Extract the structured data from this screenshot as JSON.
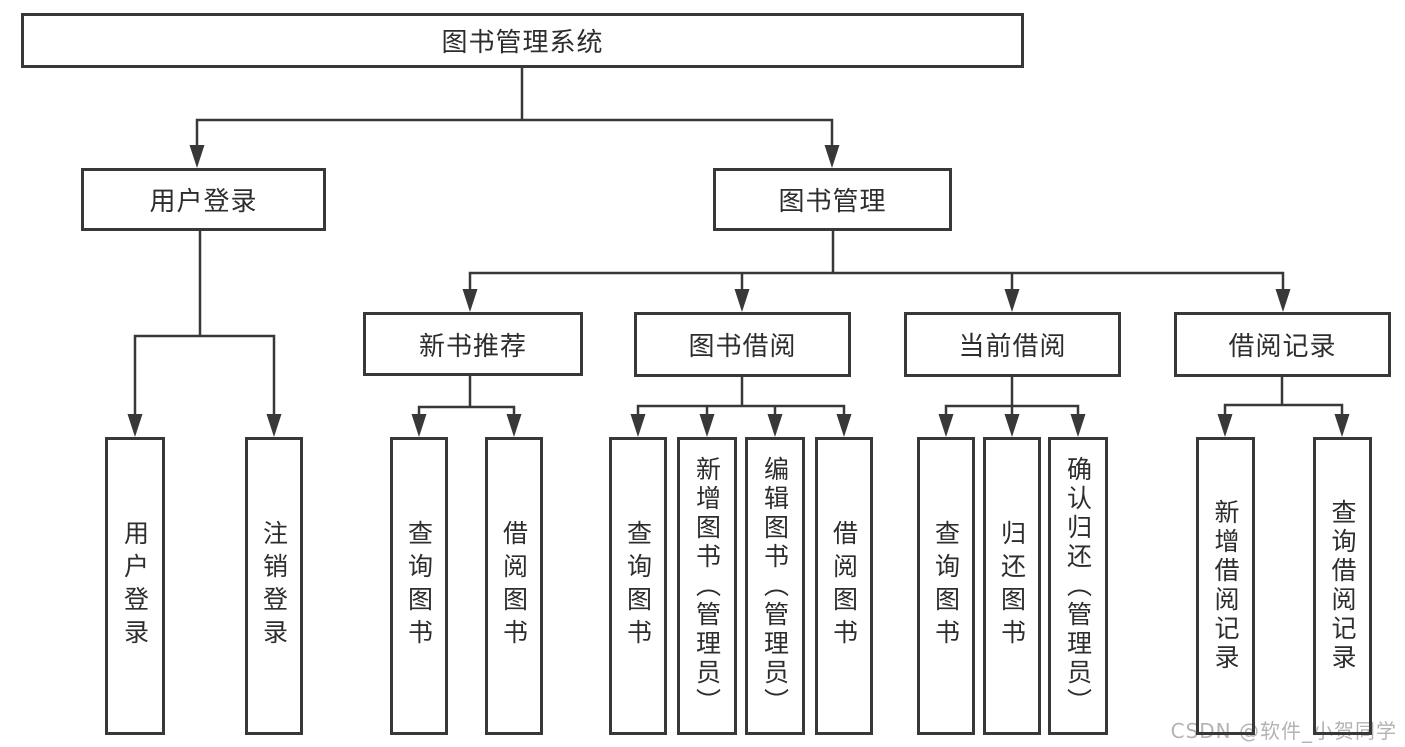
{
  "colors": {
    "line": "#383838",
    "text": "#2d2d2d",
    "boxbg": "#ffffff",
    "pagebg": "#ffffff",
    "watermark": "#b3b3b3"
  },
  "watermark": {
    "text": "CSDN @软件_小贺同学"
  },
  "tree": {
    "label": "图书管理系统",
    "children": [
      {
        "label": "用户登录",
        "children": [
          {
            "label": "用户登录"
          },
          {
            "label": "注销登录"
          }
        ]
      },
      {
        "label": "图书管理",
        "children": [
          {
            "label": "新书推荐",
            "children": [
              {
                "label": "查询图书"
              },
              {
                "label": "借阅图书"
              }
            ]
          },
          {
            "label": "图书借阅",
            "children": [
              {
                "label": "查询图书"
              },
              {
                "label": "新增图书（管理员）"
              },
              {
                "label": "编辑图书（管理员）"
              },
              {
                "label": "借阅图书"
              }
            ]
          },
          {
            "label": "当前借阅",
            "children": [
              {
                "label": "查询图书"
              },
              {
                "label": "归还图书"
              },
              {
                "label": "确认归还（管理员）"
              }
            ]
          },
          {
            "label": "借阅记录",
            "children": [
              {
                "label": "新增借阅记录"
              },
              {
                "label": "查询借阅记录"
              }
            ]
          }
        ]
      }
    ]
  }
}
